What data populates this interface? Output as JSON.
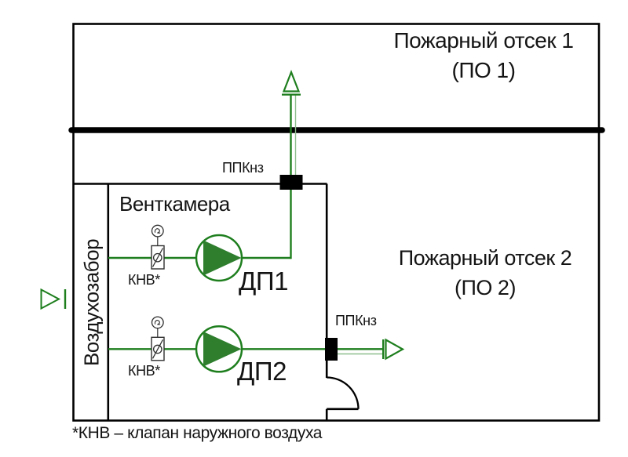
{
  "diagram": {
    "compartment1": {
      "title": "Пожарный отсек 1",
      "subtitle": "(ПО 1)"
    },
    "compartment2": {
      "title": "Пожарный отсек 2",
      "subtitle": "(ПО 2)"
    },
    "vent_chamber_label": "Венткамера",
    "air_intake_label": "Воздухозабор",
    "fire_damper_top_label": "ППКнз",
    "fire_damper_right_label": "ППКнз",
    "fan1_label": "ДП1",
    "fan2_label": "ДП2",
    "valve1_label": "КНВ*",
    "valve2_label": "КНВ*",
    "footnote": "*КНВ – клапан наружного воздуха",
    "icons": {
      "fan": "fan-circle-triangle-icon",
      "valve": "outside-air-valve-icon",
      "actuator": "electric-actuator-icon",
      "damper": "fire-damper-icon",
      "airflow_arrow": "airflow-arrow-icon"
    },
    "colors": {
      "duct_green": "#1e7e1e",
      "duct_green_light": "#8ebe8e",
      "fan_fill": "#2e7e2e",
      "wall_black": "#000000",
      "text": "#141414"
    }
  }
}
